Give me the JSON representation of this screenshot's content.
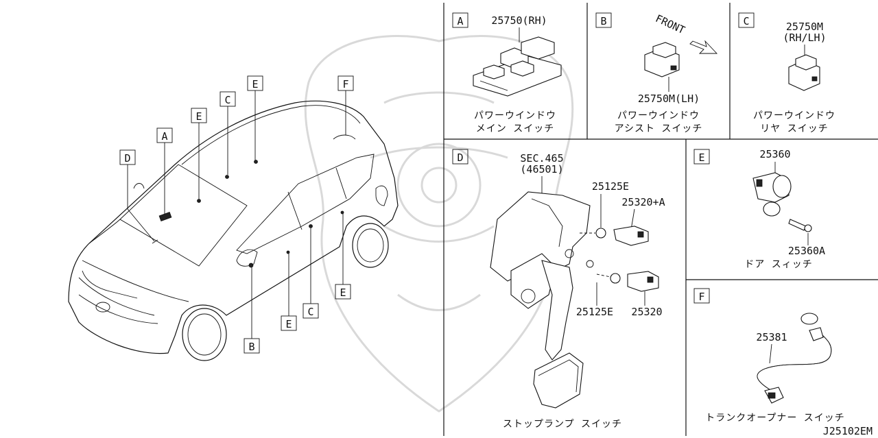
{
  "diagram_code": "J25102EM",
  "car_callouts": [
    "A",
    "B",
    "C",
    "C",
    "D",
    "E",
    "E",
    "E",
    "E",
    "F"
  ],
  "panels": [
    {
      "letter": "A",
      "parts": [
        "25750(RH)"
      ],
      "caption": [
        "パワーウインドウ",
        "メイン スイッチ"
      ]
    },
    {
      "letter": "B",
      "parts": [
        "25750M(LH)"
      ],
      "direction": "FRONT",
      "caption": [
        "パワーウインドウ",
        "アシスト スイッチ"
      ]
    },
    {
      "letter": "C",
      "parts": [
        "25750M",
        "(RH/LH)"
      ],
      "caption": [
        "パワーウインドウ",
        "リヤ スイッチ"
      ]
    },
    {
      "letter": "D",
      "parts": [
        "SEC.465",
        "(46501)",
        "25125E",
        "25320+A",
        "25125E",
        "25320"
      ],
      "caption": [
        "ストップランプ スイッチ"
      ]
    },
    {
      "letter": "E",
      "parts": [
        "25360",
        "25360A"
      ],
      "caption": [
        "ドア スィッチ"
      ]
    },
    {
      "letter": "F",
      "parts": [
        "25381"
      ],
      "caption": [
        "トランクオープナー スイッチ"
      ]
    }
  ]
}
